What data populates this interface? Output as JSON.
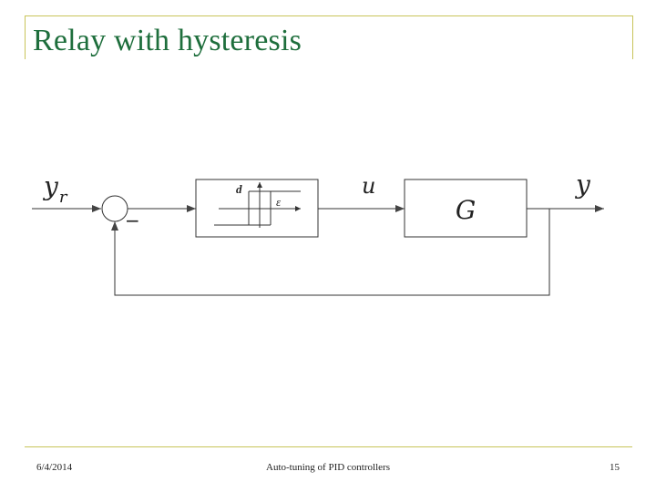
{
  "slide": {
    "title": "Relay with hysteresis"
  },
  "diagram": {
    "input_label": "y",
    "input_subscript": "r",
    "minus_sign": "−",
    "relay_hysteresis_label": "d",
    "relay_error_label": "ε",
    "control_label": "u",
    "plant_label": "G",
    "output_label": "y"
  },
  "footer": {
    "date": "6/4/2014",
    "presentation_title": "Auto-tuning of PID controllers",
    "page_number": "15"
  },
  "colors": {
    "title": "#1e6e3c",
    "frame": "#c8c45a",
    "diagram_lines": "#333333"
  }
}
